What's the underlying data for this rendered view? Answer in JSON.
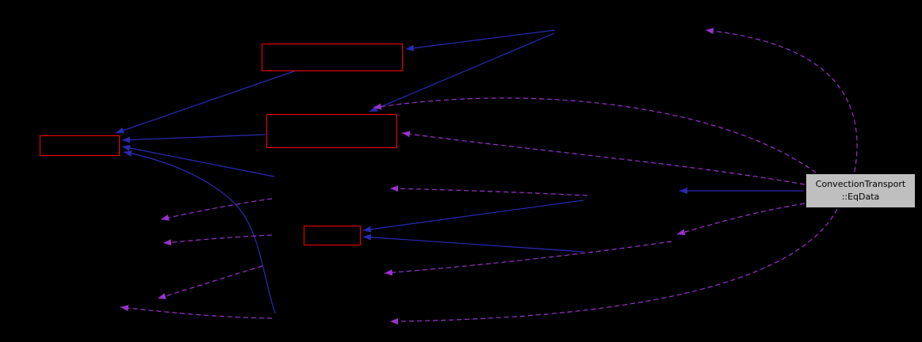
{
  "diagram": {
    "background_color": "#000000",
    "colors": {
      "node_border": "#ff0000",
      "solid_edge": "#2a2ab4",
      "dashed_edge": "#9a32cd",
      "main_node_bg": "#bfbfbf",
      "main_node_border": "#000000",
      "main_node_text": "#000000"
    },
    "main_node": {
      "label_line1": "ConvectionTransport",
      "label_line2": "::EqData"
    },
    "red_nodes": [
      {
        "id": "top",
        "label": ""
      },
      {
        "id": "middle",
        "label": ""
      },
      {
        "id": "left",
        "label": ""
      },
      {
        "id": "small-center",
        "label": ""
      }
    ]
  }
}
